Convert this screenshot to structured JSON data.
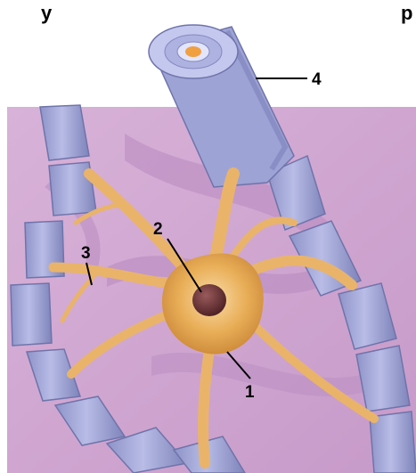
{
  "header": {
    "partial_left": "y",
    "partial_right": "p"
  },
  "labels": {
    "l1": "1",
    "l2": "2",
    "l3": "3",
    "l4": "4"
  },
  "colors": {
    "background_top": "#ffffff",
    "tissue_purple": "#cfa6cf",
    "tissue_stripe": "#b588bd",
    "myelin_blue": "#a7acdc",
    "myelin_dark": "#7a7fb4",
    "cell_body": "#e7a94f",
    "cell_light": "#f6d49e",
    "nucleus": "#5a2a2e",
    "axon_core": "#f0a040"
  }
}
